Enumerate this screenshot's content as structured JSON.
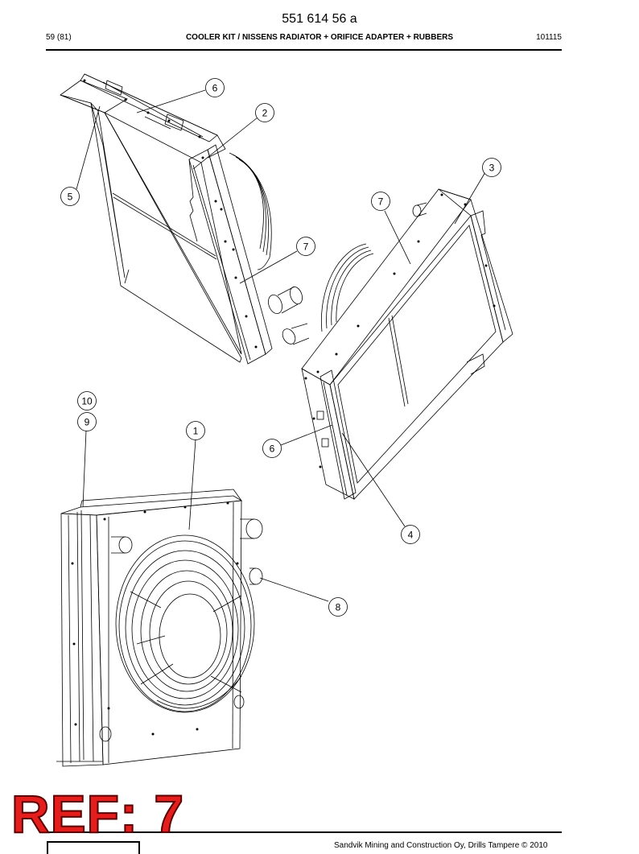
{
  "header": {
    "doc_number": "551 614 56 a",
    "page": "59 (81)",
    "title": "COOLER KIT / NISSENS RADIATOR + ORIFICE ADAPTER + RUBBERS",
    "code": "101115"
  },
  "callouts": [
    {
      "id": "c-6a",
      "label": "6"
    },
    {
      "id": "c-2",
      "label": "2"
    },
    {
      "id": "c-3",
      "label": "3"
    },
    {
      "id": "c-5",
      "label": "5"
    },
    {
      "id": "c-7a",
      "label": "7"
    },
    {
      "id": "c-7b",
      "label": "7"
    },
    {
      "id": "c-10",
      "label": "10"
    },
    {
      "id": "c-9",
      "label": "9"
    },
    {
      "id": "c-1",
      "label": "1"
    },
    {
      "id": "c-6b",
      "label": "6"
    },
    {
      "id": "c-4",
      "label": "4"
    },
    {
      "id": "c-8",
      "label": "8"
    }
  ],
  "stamp": {
    "text": "REF: 7",
    "color": "#e41d1d"
  },
  "footer": {
    "text": "Sandvik Mining and Construction Oy, Drills Tampere © 2010"
  }
}
